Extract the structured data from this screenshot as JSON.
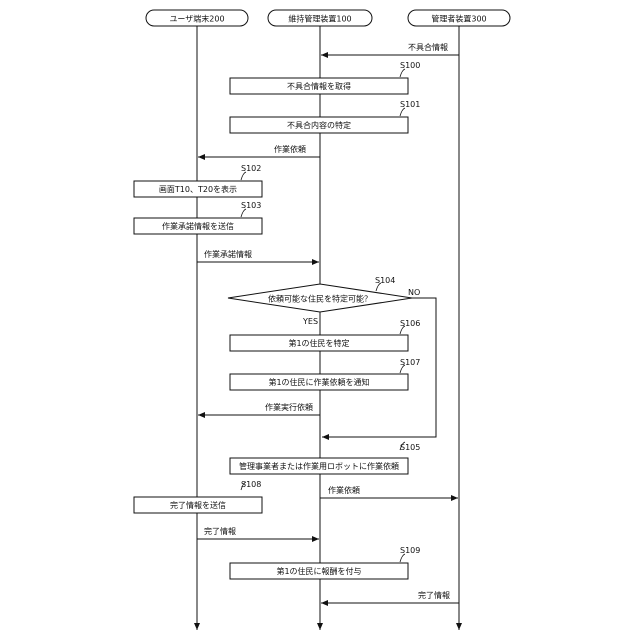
{
  "actors": {
    "user": "ユーザ端末200",
    "maintenance": "維持管理装置100",
    "manager": "管理者装置300"
  },
  "messages": {
    "m1": "不具合情報",
    "m2": "作業依頼",
    "m3": "作業承諾情報",
    "m4": "作業実行依頼",
    "m5": "作業依頼",
    "m6": "完了情報",
    "m7": "完了情報"
  },
  "steps": {
    "s100": {
      "id": "S100",
      "label": "不具合情報を取得"
    },
    "s101": {
      "id": "S101",
      "label": "不具合内容の特定"
    },
    "s102": {
      "id": "S102",
      "label": "画面T10、T20を表示"
    },
    "s103": {
      "id": "S103",
      "label": "作業承諾情報を送信"
    },
    "s104": {
      "id": "S104",
      "label": "依頼可能な住民を特定可能？",
      "yes": "YES",
      "no": "NO"
    },
    "s106": {
      "id": "S106",
      "label": "第1の住民を特定"
    },
    "s107": {
      "id": "S107",
      "label": "第1の住民に作業依頼を通知"
    },
    "s105": {
      "id": "S105",
      "label": "管理事業者または作業用ロボットに作業依頼"
    },
    "s108": {
      "id": "S108",
      "label": "完了情報を送信"
    },
    "s109": {
      "id": "S109",
      "label": "第1の住民に報酬を付与"
    }
  }
}
